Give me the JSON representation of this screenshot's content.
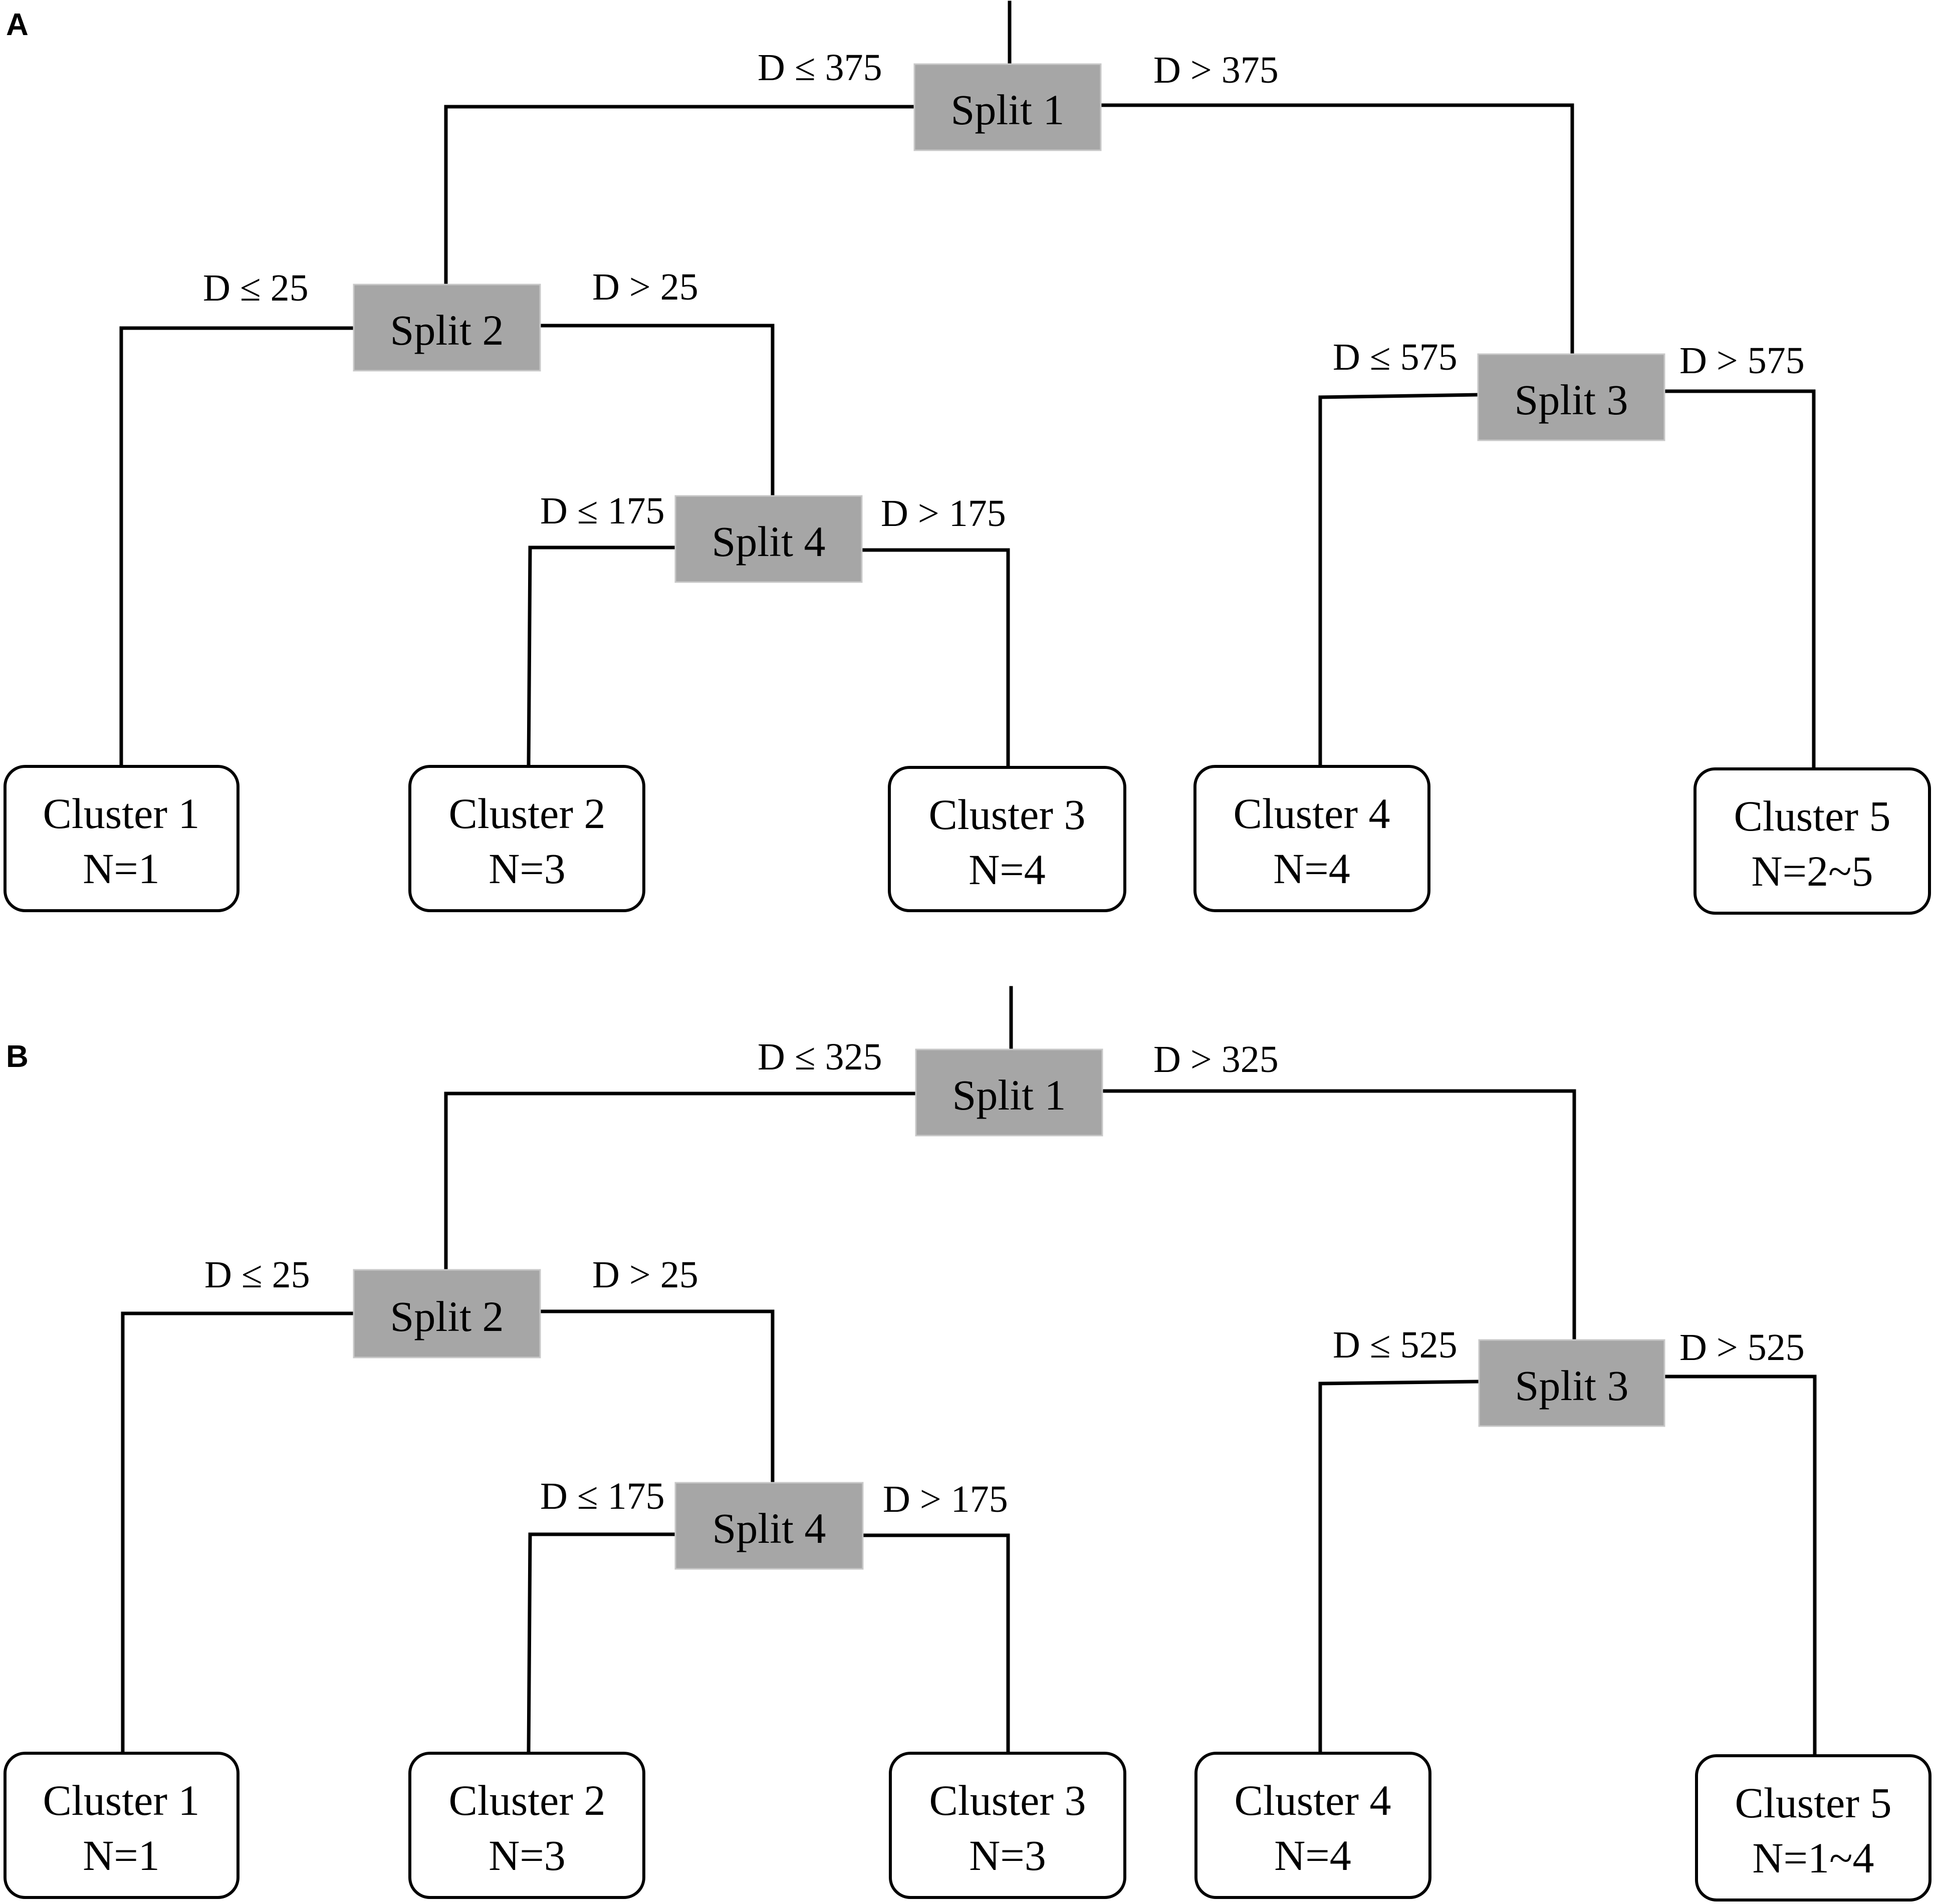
{
  "panels": [
    {
      "letter": "A",
      "splits": [
        "Split 1",
        "Split 2",
        "Split 3",
        "Split 4"
      ],
      "edges": {
        "s1_left": "D ≤ 375",
        "s1_right": "D > 375",
        "s2_left": "D ≤ 25",
        "s2_right": "D > 25",
        "s3_left": "D ≤ 575",
        "s3_right": "D > 575",
        "s4_left": "D ≤ 175",
        "s4_right": "D > 175"
      },
      "clusters": [
        {
          "name": "Cluster 1",
          "n": "N=1"
        },
        {
          "name": "Cluster 2",
          "n": "N=3"
        },
        {
          "name": "Cluster 3",
          "n": "N=4"
        },
        {
          "name": "Cluster 4",
          "n": "N=4"
        },
        {
          "name": "Cluster 5",
          "n": "N=2~5"
        }
      ]
    },
    {
      "letter": "B",
      "splits": [
        "Split 1",
        "Split 2",
        "Split 3",
        "Split 4"
      ],
      "edges": {
        "s1_left": "D ≤ 325",
        "s1_right": "D > 325",
        "s2_left": "D ≤ 25",
        "s2_right": "D > 25",
        "s3_left": "D ≤ 525",
        "s3_right": "D > 525",
        "s4_left": "D ≤ 175",
        "s4_right": "D > 175"
      },
      "clusters": [
        {
          "name": "Cluster 1",
          "n": "N=1"
        },
        {
          "name": "Cluster 2",
          "n": "N=3"
        },
        {
          "name": "Cluster 3",
          "n": "N=3"
        },
        {
          "name": "Cluster 4",
          "n": "N=4"
        },
        {
          "name": "Cluster 5",
          "n": "N=1~4"
        }
      ]
    }
  ]
}
